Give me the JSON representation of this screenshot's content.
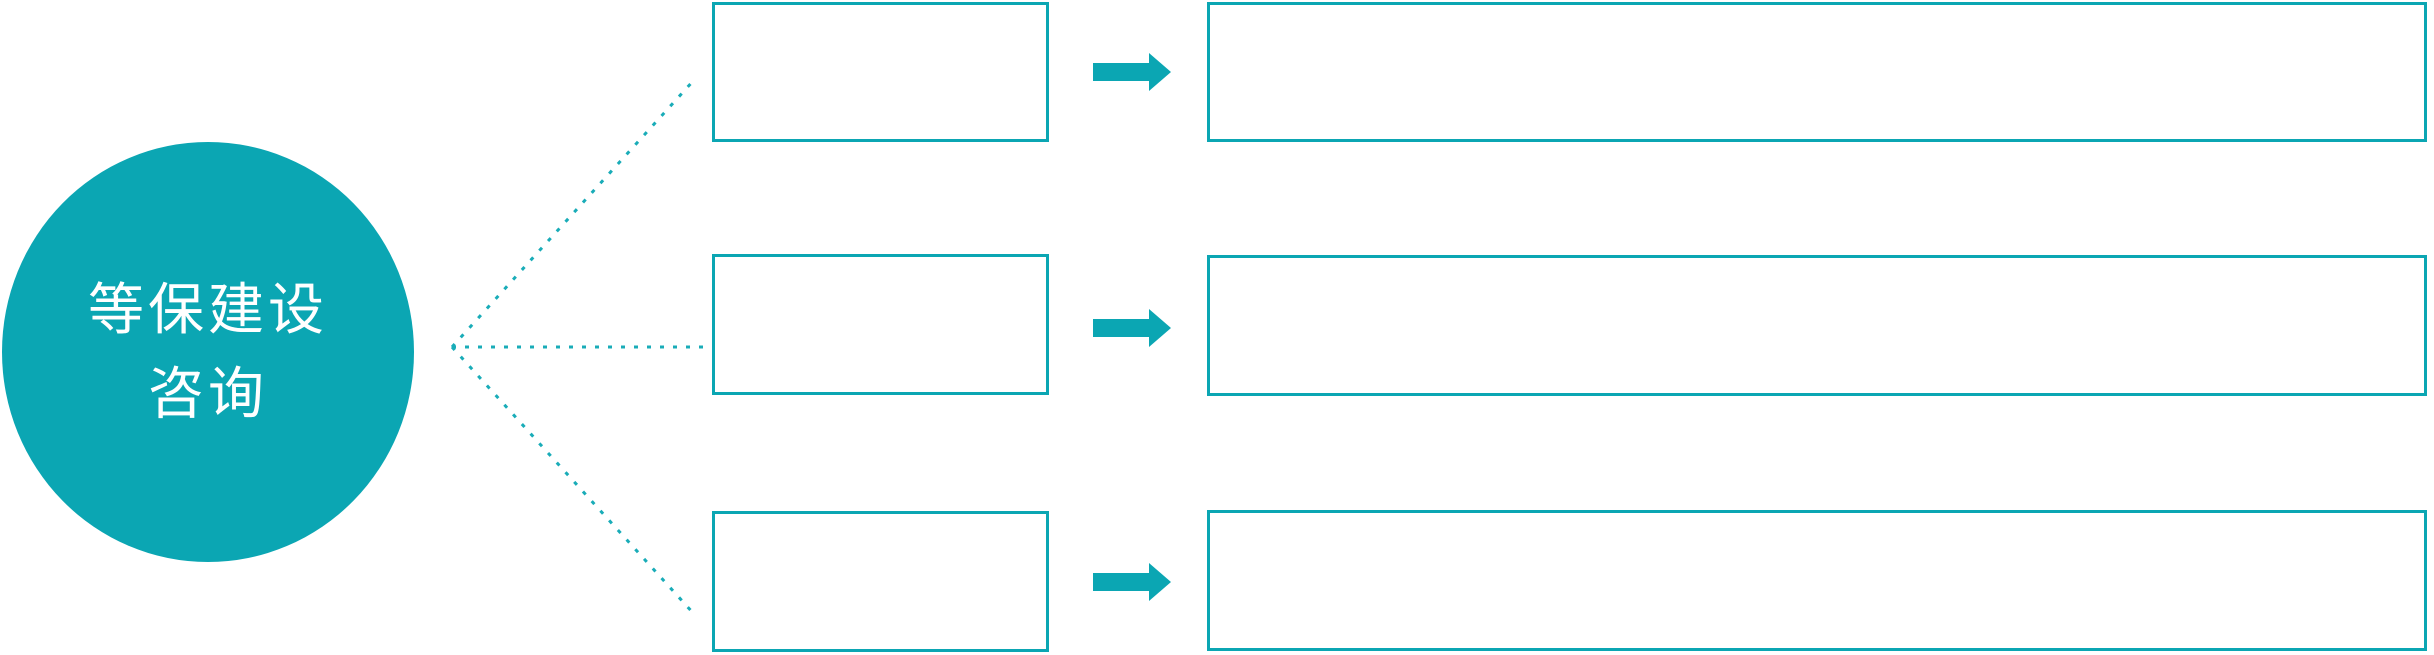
{
  "diagram": {
    "accent_color": "#0ba6b3",
    "dotted_line_color": "#19acb8",
    "root_node": {
      "label_line1": "等保建设",
      "label_line2": "咨询",
      "text_color": "#ffffff",
      "shape": "circle"
    },
    "rows": [
      {
        "stage_label": "",
        "detail_label": ""
      },
      {
        "stage_label": "",
        "detail_label": ""
      },
      {
        "stage_label": "",
        "detail_label": ""
      }
    ]
  }
}
